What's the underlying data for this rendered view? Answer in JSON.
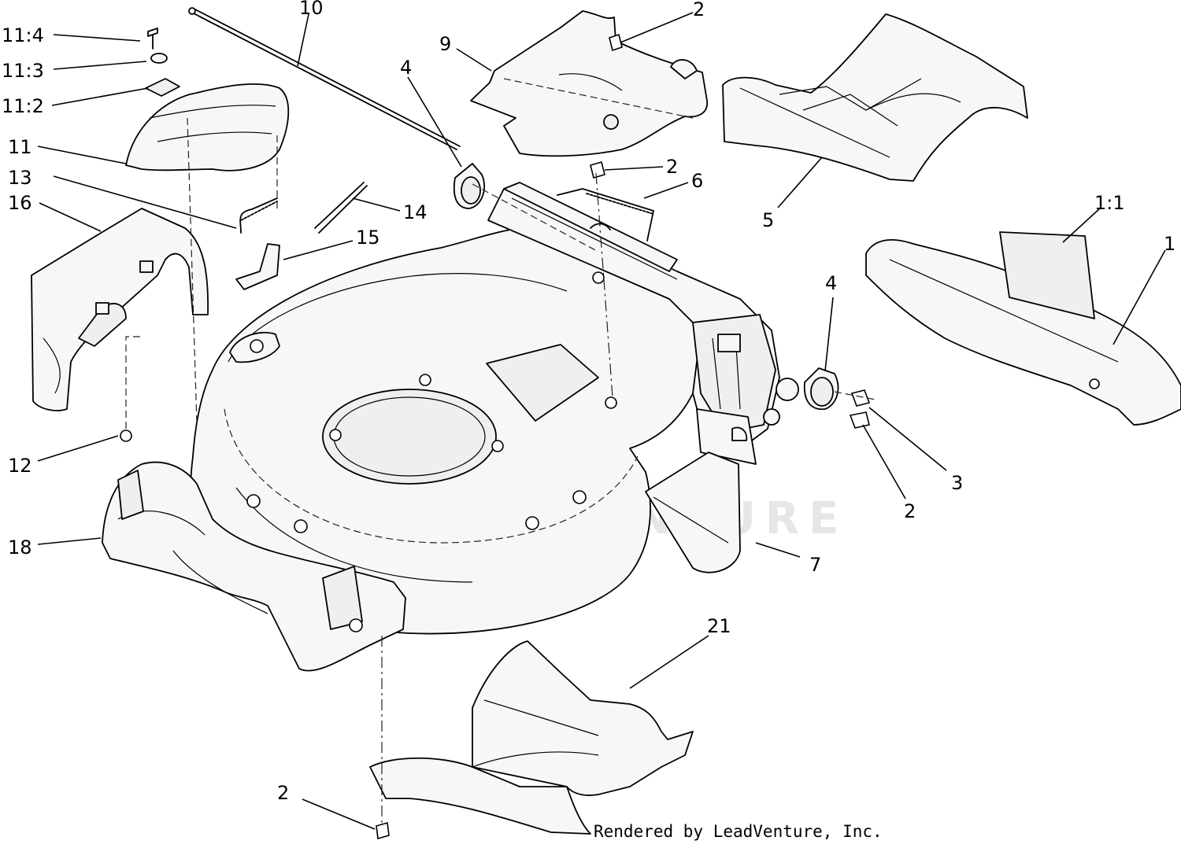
{
  "callouts": {
    "c11_4": "11:4",
    "c11_3": "11:3",
    "c11_2": "11:2",
    "c11": "11",
    "c13": "13",
    "c16": "16",
    "c12": "12",
    "c18": "18",
    "c10": "10",
    "c4a": "4",
    "c9": "9",
    "c2a": "2",
    "c2b": "2",
    "c6": "6",
    "c14": "14",
    "c15": "15",
    "c5": "5",
    "c1_1": "1:1",
    "c1": "1",
    "c4b": "4",
    "c3": "3",
    "c2c": "2",
    "c7": "7",
    "c21": "21",
    "c2d": "2"
  },
  "watermark": "LEADVENTURE",
  "credit": "Rendered by LeadVenture, Inc."
}
